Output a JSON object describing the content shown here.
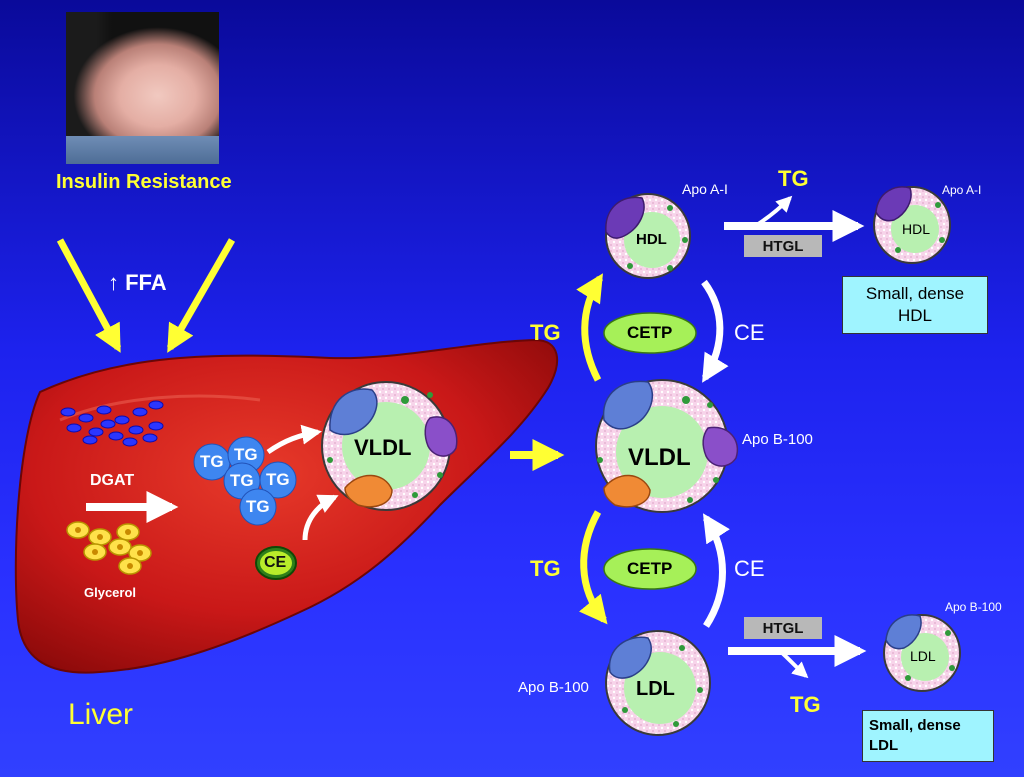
{
  "diagram": {
    "photo_caption": "Insulin Resistance",
    "ffa_label": "↑ FFA",
    "liver_label": "Liver",
    "dgat_label": "DGAT",
    "glycerol_label": "Glycerol",
    "tg_label": "TG",
    "ce_label": "CE",
    "cetp_label": "CETP",
    "htgl_label": "HTGL",
    "vldl_label": "VLDL",
    "hdl_label": "HDL",
    "ldl_label": "LDL",
    "apo_ai": "Apo A-I",
    "apo_b100": "Apo B-100",
    "small_dense_hdl": "Small, dense HDL",
    "small_dense_ldl": "Small, dense LDL"
  },
  "colors": {
    "background_top": "#0a0a9a",
    "background_bottom": "#3140ff",
    "liver": "#d42020",
    "text_yellow": "#ffff33",
    "cetp_green": "#a6f058",
    "box_cyan": "#9ff4ff",
    "particle_core": "#b8f0b0",
    "particle_shell": "#f4cde6"
  }
}
